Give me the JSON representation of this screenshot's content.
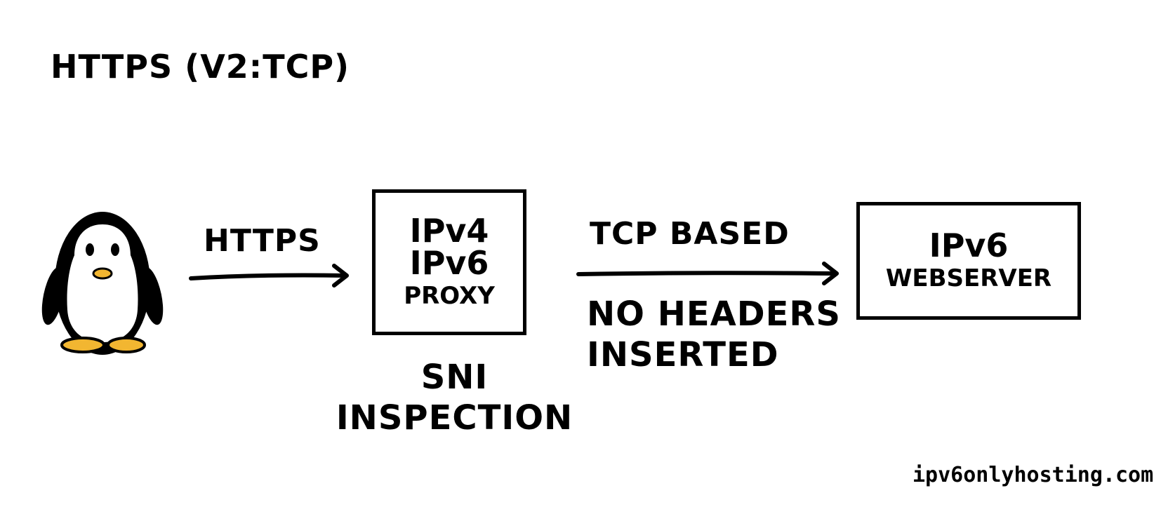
{
  "title": "HTTPS (V2:TCP)",
  "edge_client_proxy": {
    "label": "HTTPS"
  },
  "proxy": {
    "line1": "IPv4",
    "line2": "IPv6",
    "line3": "PROXY",
    "note_line1": "SNI",
    "note_line2": "INSPECTION"
  },
  "edge_proxy_server": {
    "label_above": "TCP BASED",
    "label_below_line1": "NO HEADERS",
    "label_below_line2": "INSERTED"
  },
  "webserver": {
    "line1": "IPv6",
    "line2": "WEBSERVER"
  },
  "signature": "ipv6onlyhosting.com",
  "icons": {
    "client": "penguin-icon"
  },
  "colors": {
    "penguin_feet": "#F2B631",
    "ink": "#000000"
  }
}
